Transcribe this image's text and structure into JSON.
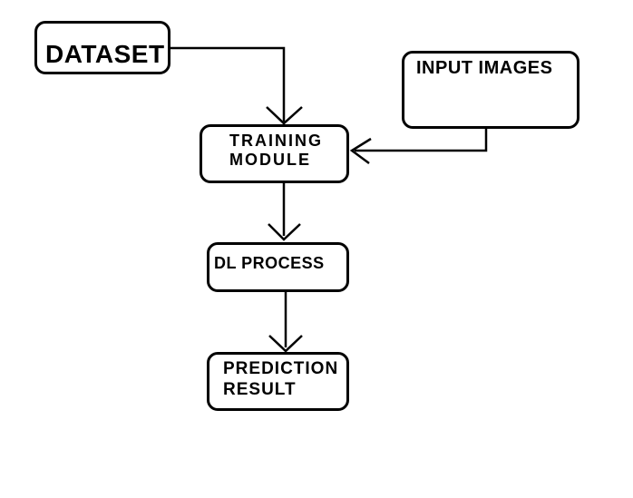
{
  "colors": {
    "background": "#ffffff",
    "stroke": "#000000",
    "box_fill": "#ffffff",
    "text": "#000000"
  },
  "diagram": {
    "type": "flowchart",
    "nodes": {
      "dataset": {
        "label": "DATASET"
      },
      "input_images": {
        "label": "INPUT IMAGES"
      },
      "training_module": {
        "lines": [
          "TRAINING",
          "MODULE"
        ]
      },
      "dl_process": {
        "label": "DL PROCESS"
      },
      "prediction_result": {
        "lines": [
          "PREDICTION",
          "RESULT"
        ]
      }
    },
    "edges": [
      {
        "from": "DATASET",
        "to": "TRAINING MODULE",
        "route": "right-then-down",
        "arrowhead": "open-v",
        "enters": "top"
      },
      {
        "from": "INPUT IMAGES",
        "to": "TRAINING MODULE",
        "route": "down-then-left",
        "arrowhead": "open-v",
        "enters": "right"
      },
      {
        "from": "TRAINING MODULE",
        "to": "DL PROCESS",
        "route": "straight-down",
        "arrowhead": "open-v",
        "enters": "top"
      },
      {
        "from": "DL PROCESS",
        "to": "PREDICTION RESULT",
        "route": "straight-down",
        "arrowhead": "open-v",
        "enters": "top"
      }
    ]
  }
}
